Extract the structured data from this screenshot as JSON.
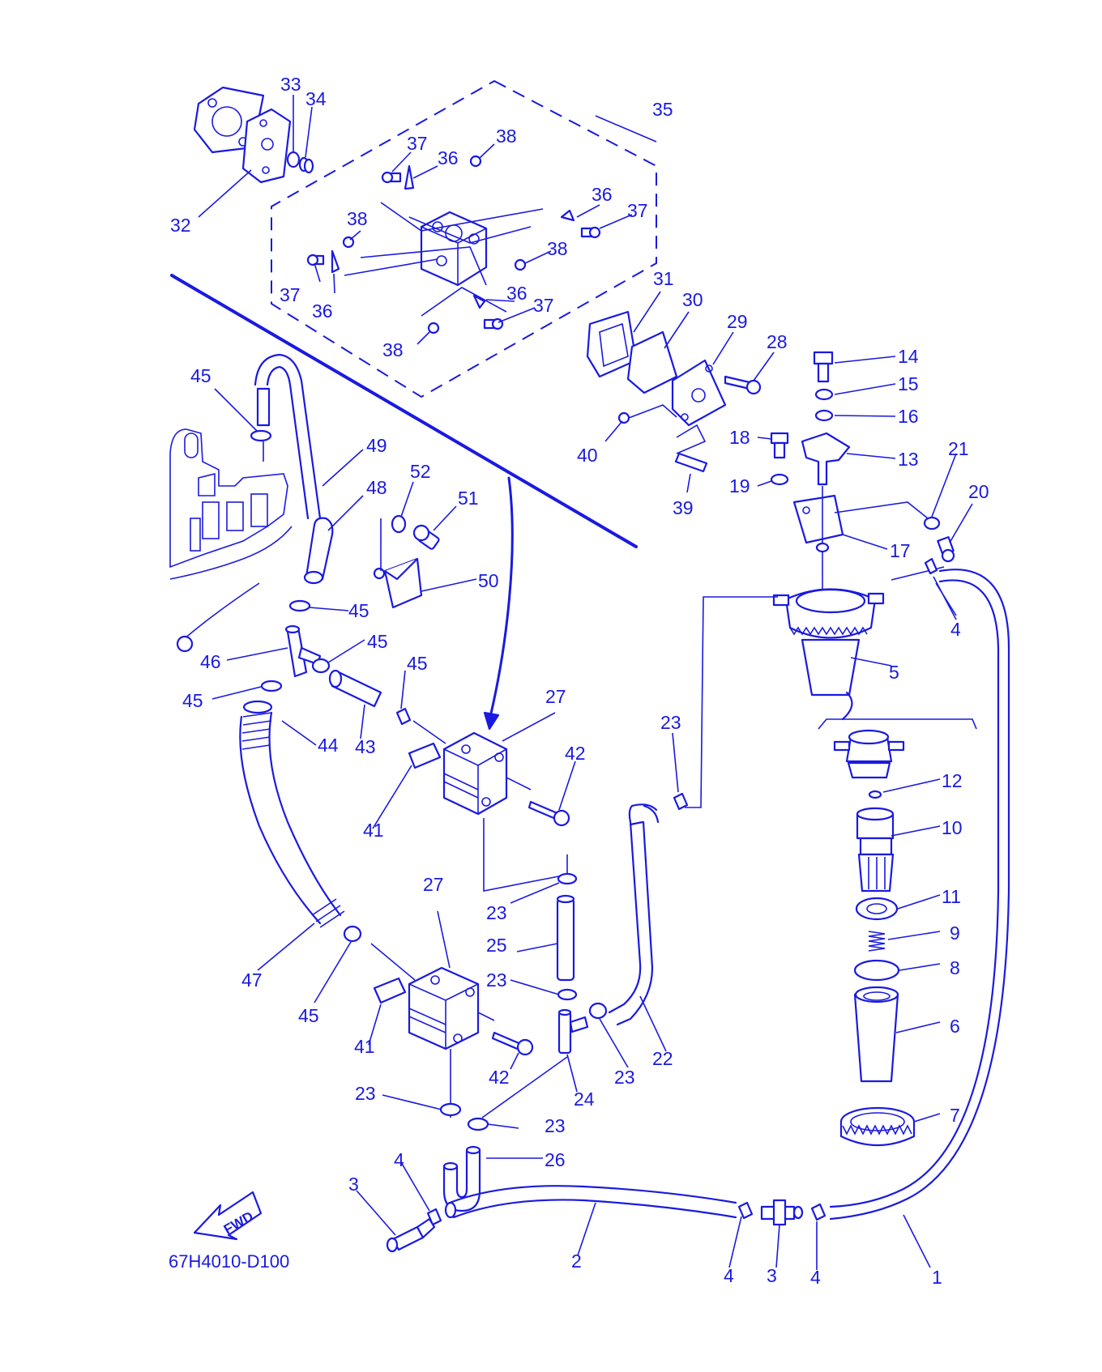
{
  "diagram": {
    "code": "67H4010-D100",
    "fwd_label": "FWD",
    "callouts": {
      "n1": "1",
      "n2": "2",
      "n3a": "3",
      "n3b": "3",
      "n4a": "4",
      "n4b": "4",
      "n4c": "4",
      "n4d": "4",
      "n5": "5",
      "n6": "6",
      "n7": "7",
      "n8": "8",
      "n9": "9",
      "n10": "10",
      "n11": "11",
      "n12": "12",
      "n13": "13",
      "n14": "14",
      "n15": "15",
      "n16": "16",
      "n17": "17",
      "n18": "18",
      "n19": "19",
      "n20": "20",
      "n21": "21",
      "n22": "22",
      "n23a": "23",
      "n23b": "23",
      "n23c": "23",
      "n23d": "23",
      "n23e": "23",
      "n23f": "23",
      "n24": "24",
      "n25": "25",
      "n26": "26",
      "n27a": "27",
      "n27b": "27",
      "n28": "28",
      "n29": "29",
      "n30": "30",
      "n31": "31",
      "n32": "32",
      "n33": "33",
      "n34": "34",
      "n35": "35",
      "n36a": "36",
      "n36b": "36",
      "n36c": "36",
      "n36d": "36",
      "n37a": "37",
      "n37b": "37",
      "n37c": "37",
      "n37d": "37",
      "n38a": "38",
      "n38b": "38",
      "n38c": "38",
      "n38d": "38",
      "n39": "39",
      "n40": "40",
      "n41a": "41",
      "n41b": "41",
      "n42a": "42",
      "n42b": "42",
      "n43": "43",
      "n44": "44",
      "n45a": "45",
      "n45b": "45",
      "n45c": "45",
      "n45d": "45",
      "n45e": "45",
      "n45f": "45",
      "n46": "46",
      "n47": "47",
      "n48": "48",
      "n49": "49",
      "n50": "50",
      "n51": "51",
      "n52": "52"
    }
  }
}
